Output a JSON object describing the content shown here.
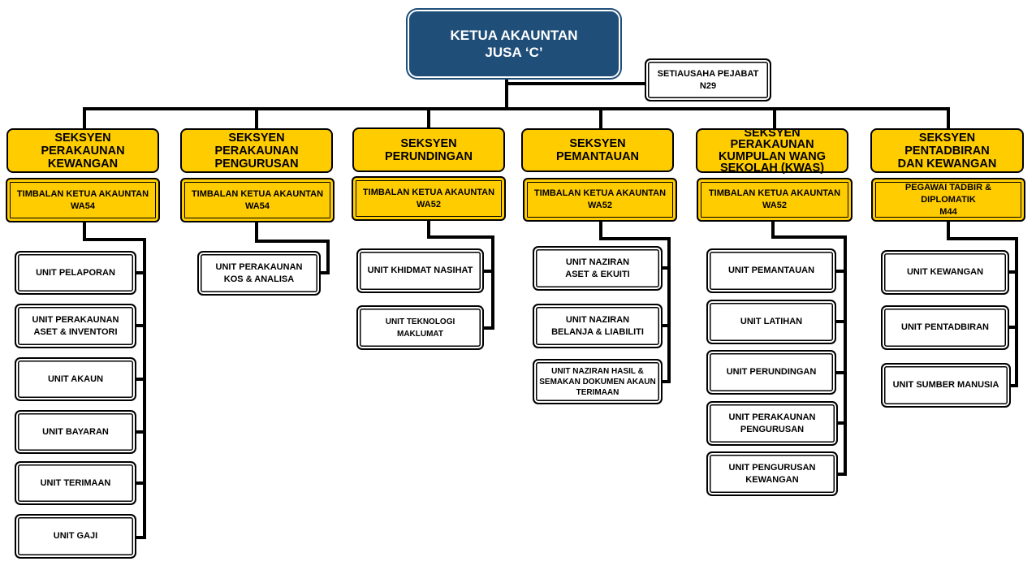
{
  "head": {
    "title": "KETUA AKAUNTAN\nJUSA ‘C’"
  },
  "secretary": {
    "title": "SETIAUSAHA PEJABAT\nN29"
  },
  "sections": [
    {
      "title": "SEKSYEN PERAKAUNAN\nKEWANGAN",
      "deputy": "TIMBALAN KETUA AKAUNTAN\nWA54",
      "units": [
        "UNIT PELAPORAN",
        "UNIT PERAKAUNAN\nASET & INVENTORI",
        "UNIT AKAUN",
        "UNIT BAYARAN",
        "UNIT TERIMAAN",
        "UNIT GAJI"
      ]
    },
    {
      "title": "SEKSYEN PERAKAUNAN\nPENGURUSAN",
      "deputy": "TIMBALAN KETUA AKAUNTAN\nWA54",
      "units": [
        "UNIT PERAKAUNAN\nKOS & ANALISA"
      ]
    },
    {
      "title": "SEKSYEN\nPERUNDINGAN",
      "deputy": "TIMBALAN KETUA AKAUNTAN\nWA52",
      "units": [
        "UNIT KHIDMAT NASIHAT",
        "UNIT TEKNOLOGI MAKLUMAT"
      ]
    },
    {
      "title": "SEKSYEN\nPEMANTAUAN",
      "deputy": "TIMBALAN KETUA AKAUNTAN\nWA52",
      "units": [
        "UNIT NAZIRAN\nASET & EKUITI",
        "UNIT NAZIRAN\nBELANJA & LIABILITI",
        "UNIT NAZIRAN HASIL &\nSEMAKAN DOKUMEN AKAUN\nTERIMAAN"
      ]
    },
    {
      "title": "SEKSYEN PERAKAUNAN\nKUMPULAN WANG\nSEKOLAH (KWAS)",
      "deputy": "TIMBALAN KETUA AKAUNTAN\nWA52",
      "units": [
        "UNIT PEMANTAUAN",
        "UNIT LATIHAN",
        "UNIT PERUNDINGAN",
        "UNIT PERAKAUNAN\nPENGURUSAN",
        "UNIT PENGURUSAN\nKEWANGAN"
      ]
    },
    {
      "title": "SEKSYEN PENTADBIRAN\nDAN KEWANGAN",
      "deputy": "PEGAWAI TADBIR & DIPLOMATIK\nM44",
      "units": [
        "UNIT KEWANGAN",
        "UNIT PENTADBIRAN",
        "UNIT SUMBER MANUSIA"
      ]
    }
  ]
}
